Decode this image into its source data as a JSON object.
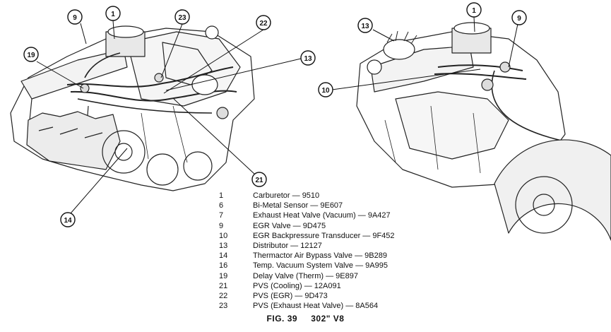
{
  "callouts_left": [
    "9",
    "1",
    "23",
    "22",
    "19",
    "13",
    "21",
    "14"
  ],
  "callouts_right": [
    "13",
    "1",
    "9",
    "10"
  ],
  "legend": [
    {
      "num": "1",
      "text": "Carburetor — 9510"
    },
    {
      "num": "6",
      "text": "Bi-Metal Sensor — 9E607"
    },
    {
      "num": "7",
      "text": "Exhaust Heat Valve (Vacuum) — 9A427"
    },
    {
      "num": "9",
      "text": "EGR Valve — 9D475"
    },
    {
      "num": "10",
      "text": "EGR Backpressure Transducer — 9F452"
    },
    {
      "num": "13",
      "text": "Distributor — 12127"
    },
    {
      "num": "14",
      "text": "Thermactor Air Bypass Valve — 9B289"
    },
    {
      "num": "16",
      "text": "Temp. Vacuum System Valve — 9A995"
    },
    {
      "num": "19",
      "text": "Delay Valve (Therm) — 9E897"
    },
    {
      "num": "21",
      "text": "PVS (Cooling) — 12A091"
    },
    {
      "num": "22",
      "text": "PVS (EGR) — 9D473"
    },
    {
      "num": "23",
      "text": "PVS (Exhaust Heat Valve) — 8A564"
    }
  ],
  "caption": {
    "fig": "FIG. 39",
    "title": "302\" V8"
  }
}
